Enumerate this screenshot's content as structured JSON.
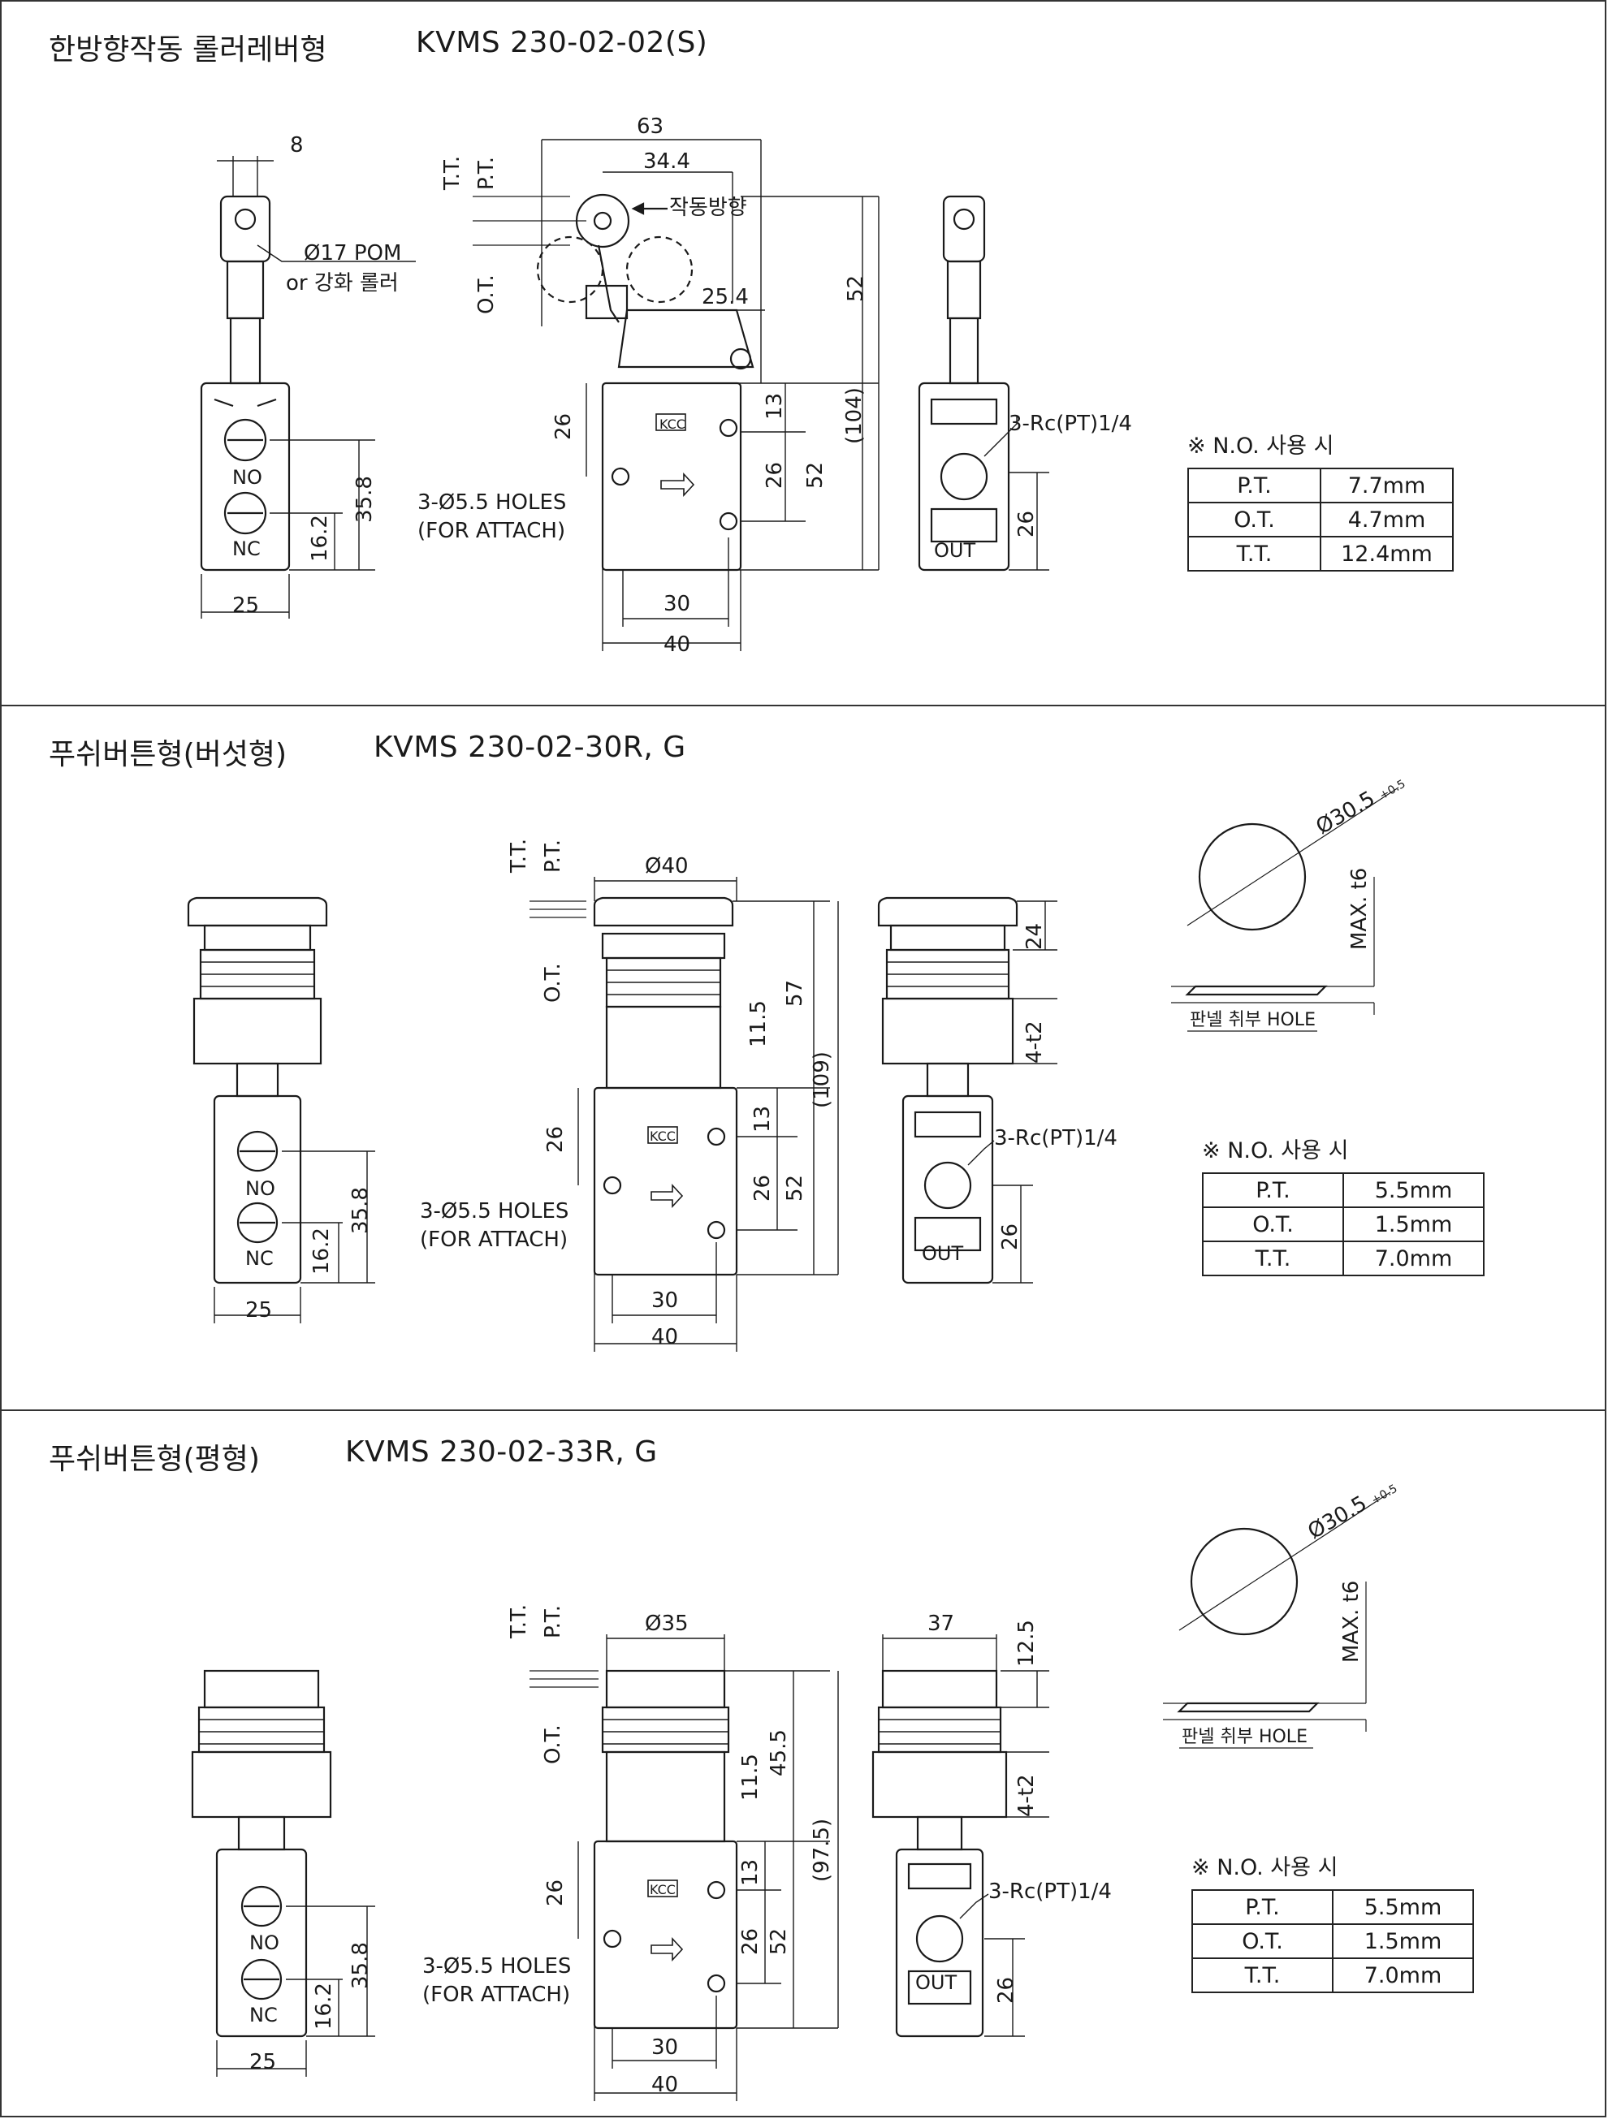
{
  "panels": [
    {
      "title": "한방향작동 롤러레버형",
      "model": "KVMS 230-02-02(S)",
      "callouts": {
        "roller": "Ø17 POM",
        "roller_alt": "or 강화 롤러",
        "direction": "작동방향",
        "port": "3-Rc(PT)1/4",
        "holes": "3-Ø5.5 HOLES",
        "holes_sub": "(FOR ATTACH)",
        "no": "NO",
        "nc": "NC",
        "out": "OUT",
        "brand": "KCC",
        "pt": "P.T.",
        "tt": "T.T.",
        "ot": "O.T."
      },
      "dims": {
        "roller_width": "8",
        "overall_width": "63",
        "lever_offset": "34.4",
        "lever_drop": "25.4",
        "upper_height": "52",
        "total_height": "(104)",
        "body_height": "52",
        "hole_pitch": "26",
        "port_offset": "13",
        "hole_height": "26",
        "side_height": "35.8",
        "side_low": "16.2",
        "side_width": "25",
        "hole_span": "30",
        "body_width": "40",
        "out_height": "26"
      },
      "spec": {
        "caption": "※ N.O. 사용 시",
        "rows": [
          {
            "label": "P.T.",
            "value": "7.7mm"
          },
          {
            "label": "O.T.",
            "value": "4.7mm"
          },
          {
            "label": "T.T.",
            "value": "12.4mm"
          }
        ]
      }
    },
    {
      "title": "푸쉬버튼형(버섯형)",
      "model": "KVMS 230-02-30R, G",
      "callouts": {
        "port": "3-Rc(PT)1/4",
        "holes": "3-Ø5.5 HOLES",
        "holes_sub": "(FOR ATTACH)",
        "no": "NO",
        "nc": "NC",
        "out": "OUT",
        "brand": "KCC",
        "pt": "P.T.",
        "tt": "T.T.",
        "ot": "O.T.",
        "panel_hole": "판넬 취부 HOLE",
        "hole_dia": "Ø30.5",
        "hole_tol": "+0.5",
        "max_t": "MAX. t6"
      },
      "dims": {
        "button_dia": "Ø40",
        "upper_height": "57",
        "stem": "11.5",
        "total_height": "(109)",
        "body_height": "52",
        "hole_pitch": "26",
        "port_offset": "13",
        "hole_height": "26",
        "side_height": "35.8",
        "side_low": "16.2",
        "side_width": "25",
        "hole_span": "30",
        "body_width": "40",
        "out_height": "26",
        "button_top": "24",
        "panel_t": "4-t2"
      },
      "spec": {
        "caption": "※ N.O. 사용 시",
        "rows": [
          {
            "label": "P.T.",
            "value": "5.5mm"
          },
          {
            "label": "O.T.",
            "value": "1.5mm"
          },
          {
            "label": "T.T.",
            "value": "7.0mm"
          }
        ]
      }
    },
    {
      "title": "푸쉬버튼형(평형)",
      "model": "KVMS 230-02-33R, G",
      "callouts": {
        "port": "3-Rc(PT)1/4",
        "holes": "3-Ø5.5 HOLES",
        "holes_sub": "(FOR ATTACH)",
        "no": "NO",
        "nc": "NC",
        "out": "OUT",
        "brand": "KCC",
        "pt": "P.T.",
        "tt": "T.T.",
        "ot": "O.T.",
        "panel_hole": "판넬 취부 HOLE",
        "hole_dia": "Ø30.5",
        "hole_tol": "+0.5",
        "max_t": "MAX. t6"
      },
      "dims": {
        "button_dia": "Ø35",
        "upper_height": "45.5",
        "stem": "11.5",
        "total_height": "(97.5)",
        "body_height": "52",
        "hole_pitch": "26",
        "port_offset": "13",
        "hole_height": "26",
        "side_height": "35.8",
        "side_low": "16.2",
        "side_width": "25",
        "hole_span": "30",
        "body_width": "40",
        "out_height": "26",
        "button_width": "37",
        "button_top": "12.5",
        "panel_t": "4-t2"
      },
      "spec": {
        "caption": "※ N.O. 사용 시",
        "rows": [
          {
            "label": "P.T.",
            "value": "5.5mm"
          },
          {
            "label": "O.T.",
            "value": "1.5mm"
          },
          {
            "label": "T.T.",
            "value": "7.0mm"
          }
        ]
      }
    }
  ]
}
